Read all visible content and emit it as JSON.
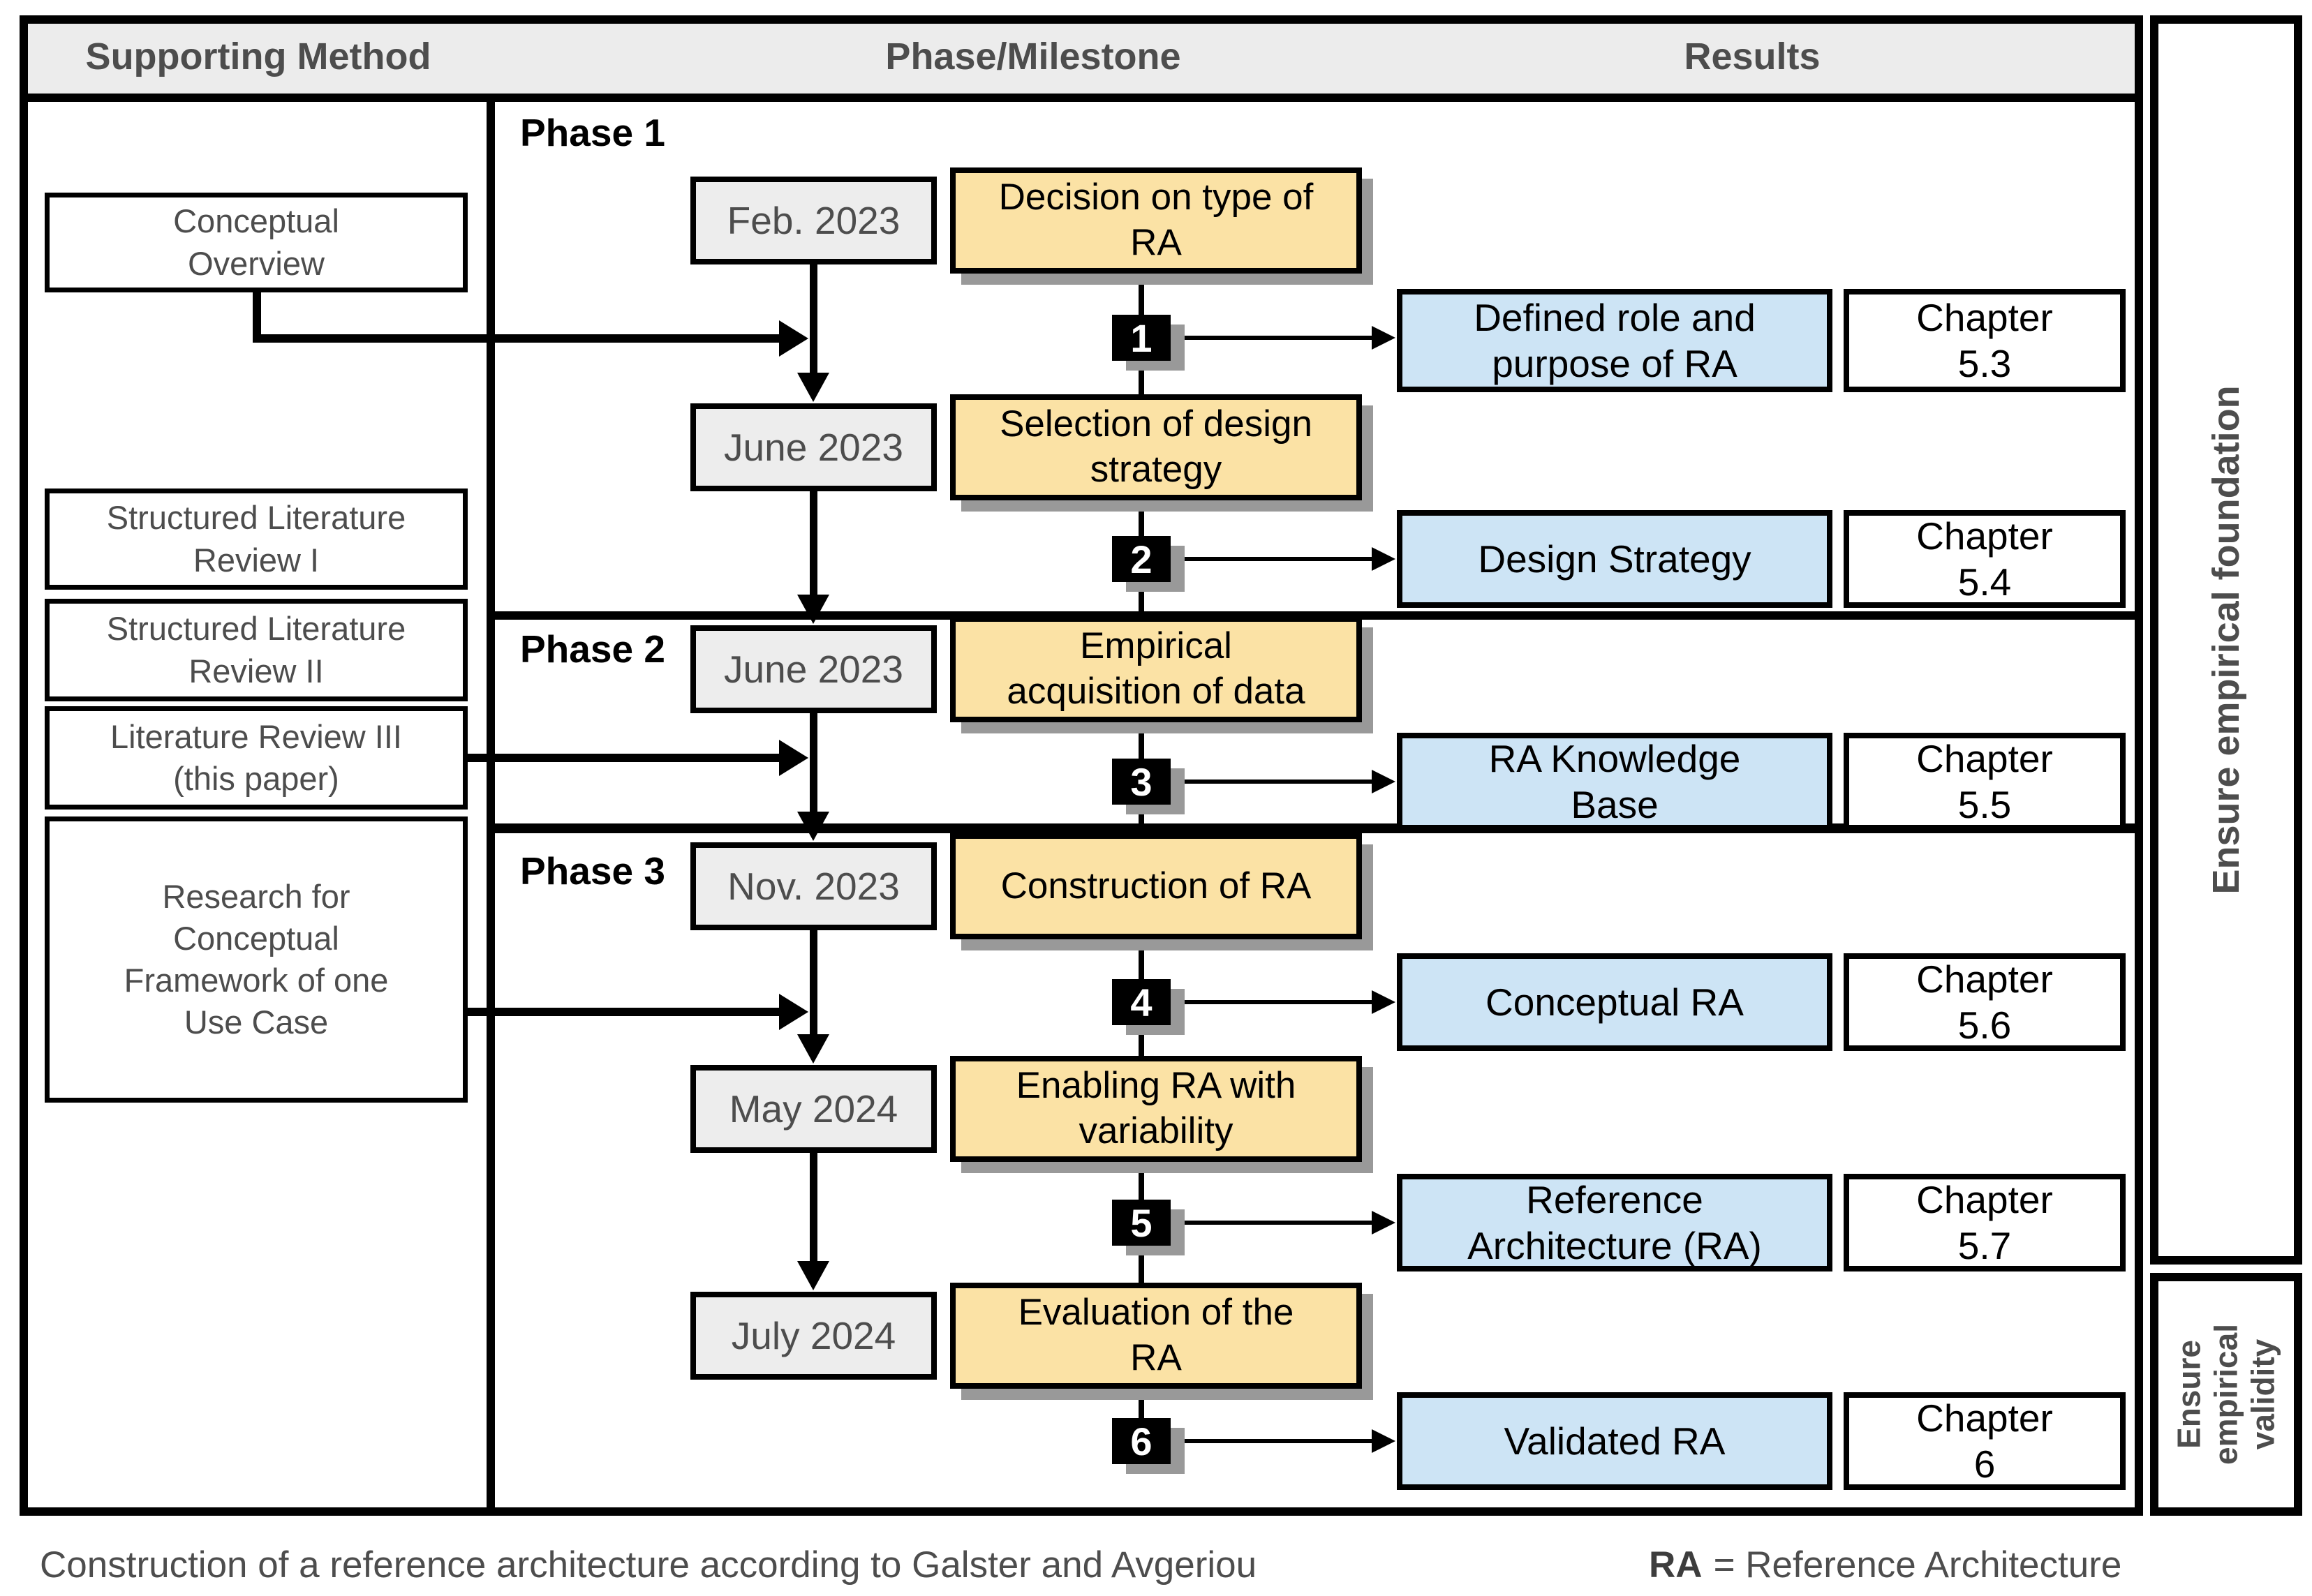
{
  "header": {
    "col_supporting": "Supporting Method",
    "col_phase": "Phase/Milestone",
    "col_results": "Results"
  },
  "phases": {
    "p1": "Phase 1",
    "p2": "Phase 2",
    "p3": "Phase 3"
  },
  "supporting_methods": [
    {
      "label": "Conceptual\nOverview"
    },
    {
      "label": "Structured Literature\nReview I"
    },
    {
      "label": "Structured Literature\nReview II"
    },
    {
      "label": "Literature Review III\n(this paper)"
    },
    {
      "label": "Research for\nConceptual\nFramework of one\nUse Case"
    }
  ],
  "milestones": [
    {
      "num": "1",
      "date": "Feb. 2023",
      "label": "Decision on type of\nRA",
      "result": "Defined role and\npurpose of RA",
      "chapter": "Chapter\n5.3"
    },
    {
      "num": "2",
      "date": "June 2023",
      "label": "Selection of design\nstrategy",
      "result": "Design Strategy",
      "chapter": "Chapter\n5.4"
    },
    {
      "num": "3",
      "date": "June 2023",
      "label": "Empirical\nacquisition of data",
      "result": "RA Knowledge\nBase",
      "chapter": "Chapter\n5.5"
    },
    {
      "num": "4",
      "date": "Nov. 2023",
      "label": "Construction of RA",
      "result": "Conceptual RA",
      "chapter": "Chapter\n5.6"
    },
    {
      "num": "5",
      "date": "May 2024",
      "label": "Enabling RA with\nvariability",
      "result": "Reference\nArchitecture (RA)",
      "chapter": "Chapter\n5.7"
    },
    {
      "num": "6",
      "date": "July 2024",
      "label": "Evaluation of the\nRA",
      "result": "Validated RA",
      "chapter": "Chapter\n6"
    }
  ],
  "sidebar": {
    "foundation": "Ensure empirical foundation",
    "validity": "Ensure\nempirical\nvalidity"
  },
  "caption": {
    "left": "Construction of a reference architecture according to Galster and Avgeriou",
    "ra_abbrev": "RA",
    "ra_definition": "= Reference Architecture"
  },
  "colors": {
    "milestone_fill": "#FBE2A5",
    "result_fill": "#CDE4F5",
    "date_fill": "#EDEDED",
    "header_fill": "#ECECEC",
    "shadow": "#999999",
    "grey_text": "#4D4D4D"
  }
}
